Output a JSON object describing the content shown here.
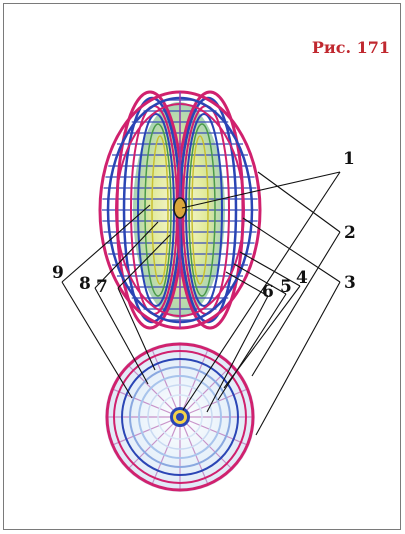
{
  "figure": {
    "title": "Рис. 171",
    "labels": [
      "1",
      "2",
      "3",
      "4",
      "5",
      "6",
      "7",
      "8",
      "9"
    ]
  },
  "colors": {
    "title": "#c0282f",
    "outer_rings": "#d0216e",
    "inner_rings": "#2a45b5",
    "core": "#c9d94a",
    "leader_lines": "#111111"
  }
}
